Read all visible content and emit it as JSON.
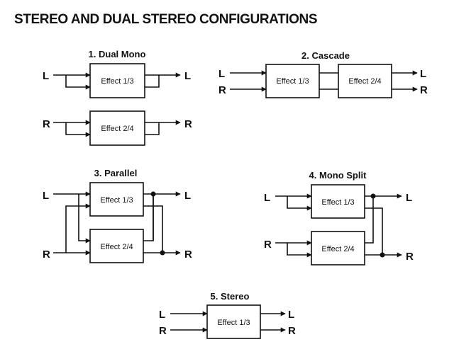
{
  "title": "STEREO AND DUAL STEREO CONFIGURATIONS",
  "sections": {
    "dual_mono": {
      "title": "1. Dual Mono",
      "box1": "Effect 1/3",
      "box2": "Effect 2/4",
      "in_l": "L",
      "out_l": "L",
      "in_r": "R",
      "out_r": "R"
    },
    "cascade": {
      "title": "2. Cascade",
      "box1": "Effect 1/3",
      "box2": "Effect 2/4",
      "in_l": "L",
      "in_r": "R",
      "out_l": "L",
      "out_r": "R"
    },
    "parallel": {
      "title": "3. Parallel",
      "box1": "Effect 1/3",
      "box2": "Effect 2/4",
      "in_l": "L",
      "in_r": "R",
      "out_l": "L",
      "out_r": "R"
    },
    "mono_split": {
      "title": "4. Mono Split",
      "box1": "Effect 1/3",
      "box2": "Effect 2/4",
      "in_l": "L",
      "in_r": "R",
      "out_l": "L",
      "out_r": "R"
    },
    "stereo": {
      "title": "5. Stereo",
      "box1": "Effect 1/3",
      "in_l": "L",
      "in_r": "R",
      "out_l": "L",
      "out_r": "R"
    }
  }
}
